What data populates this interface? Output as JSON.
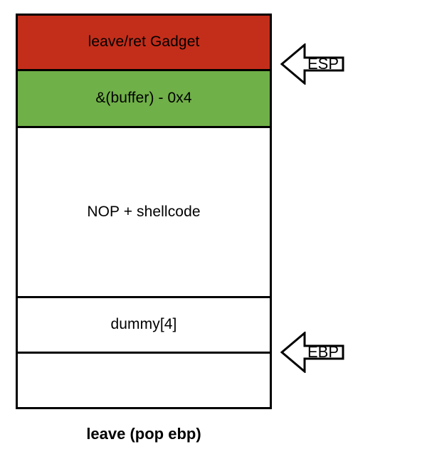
{
  "diagram": {
    "title": "leave (pop ebp)",
    "caption": "leave (pop ebp)",
    "colors": {
      "gadget_fill": "#C32E1A",
      "buffer_fill": "#70B048",
      "plain_fill": "#FFFFFF",
      "border": "#000000",
      "text": "#000000"
    },
    "stack_cells": [
      {
        "label": "leave/ret Gadget",
        "fill": "#C32E1A"
      },
      {
        "label": "&(buffer) - 0x4",
        "fill": "#70B048"
      },
      {
        "label": "NOP + shellcode",
        "fill": "#FFFFFF"
      },
      {
        "label": "dummy[4]",
        "fill": "#FFFFFF"
      },
      {
        "label": "",
        "fill": "#FFFFFF"
      }
    ],
    "pointers": [
      {
        "label": "ESP",
        "icon": "left-arrow-icon"
      },
      {
        "label": "EBP",
        "icon": "left-arrow-icon"
      }
    ]
  }
}
